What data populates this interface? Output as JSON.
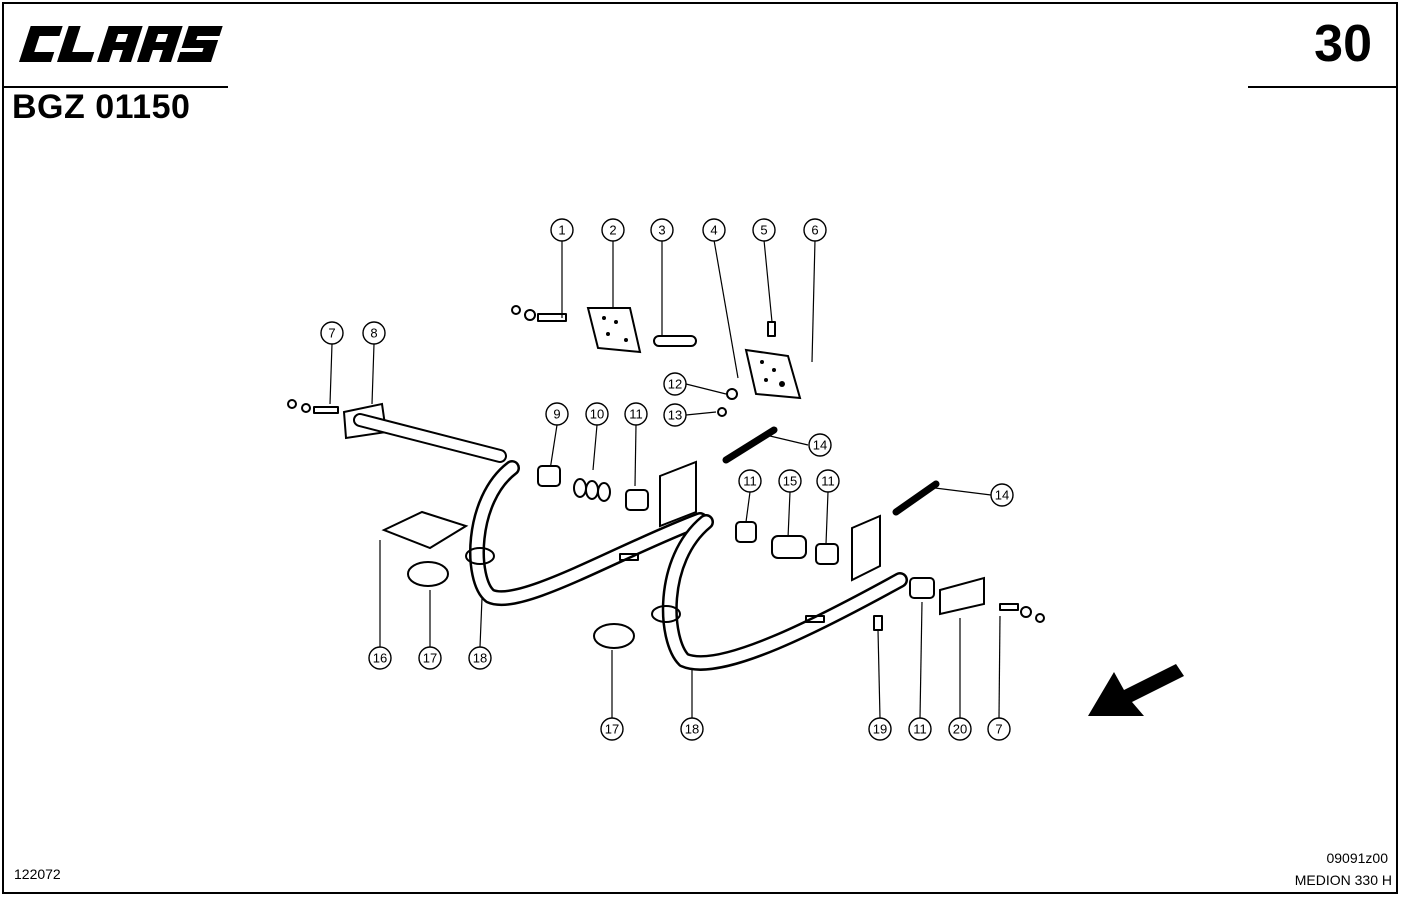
{
  "header": {
    "brand": "CLAAS",
    "doc_code": "BGZ 01150",
    "page_number": "30"
  },
  "footer": {
    "drawing_number": "122072",
    "image_code": "09091z00",
    "model": "MEDION 330 H"
  },
  "callouts": [
    "1",
    "2",
    "3",
    "4",
    "5",
    "6",
    "7",
    "8",
    "12",
    "13",
    "9",
    "10",
    "11",
    "14",
    "11",
    "15",
    "11",
    "14",
    "16",
    "17",
    "18",
    "17",
    "18",
    "19",
    "11",
    "20",
    "7"
  ],
  "icons": {
    "direction": "direction-arrow-icon"
  }
}
